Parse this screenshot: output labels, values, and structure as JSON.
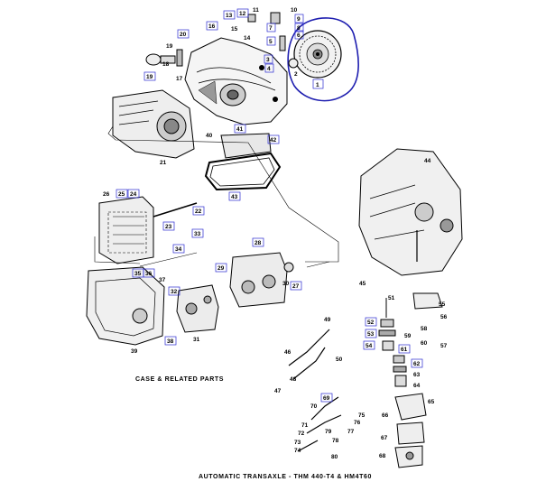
{
  "diagram": {
    "title_caption": "AUTOMATIC TRANSAXLE - THM 440-T4 & HM4T60",
    "section_caption": "CASE & RELATED PARTS",
    "part_labels": {
      "p1": "1",
      "p2": "2",
      "p3": "3",
      "p4": "4",
      "p5": "5",
      "p6": "6",
      "p7": "7",
      "p8": "8",
      "p9": "9",
      "p10": "10",
      "p11": "11",
      "p12": "12",
      "p13": "13",
      "p14": "14",
      "p15": "15",
      "p16": "16",
      "p17": "17",
      "p18": "18",
      "p19": "19",
      "p20": "20",
      "p21": "21",
      "p22": "22",
      "p23": "23",
      "p24": "24",
      "p25": "25",
      "p26": "26",
      "p27": "27",
      "p28": "28",
      "p29": "29",
      "p30": "30",
      "p31": "31",
      "p32": "32",
      "p33": "33",
      "p34": "34",
      "p35": "35",
      "p36": "36",
      "p37": "37",
      "p38": "38",
      "p39": "39",
      "p40": "40",
      "p41": "41",
      "p42": "42",
      "p43": "43",
      "p44": "44",
      "p45": "45",
      "p46": "46",
      "p47": "47",
      "p48": "48",
      "p49": "49",
      "p50": "50",
      "p51": "51",
      "p52": "52",
      "p53": "53",
      "p54": "54",
      "p55": "55",
      "p56": "56",
      "p57": "57",
      "p58": "58",
      "p59": "59",
      "p60": "60",
      "p61": "61",
      "p62": "62",
      "p63": "63",
      "p64": "64",
      "p65": "65",
      "p66": "66",
      "p67": "67",
      "p68": "68",
      "p69": "69",
      "p70": "70",
      "p71": "71",
      "p72": "72",
      "p73": "73",
      "p74": "74",
      "p75": "75",
      "p76": "76",
      "p77": "77",
      "p78": "78",
      "p79": "79",
      "p80": "80"
    }
  },
  "colors": {
    "ink": "#000000",
    "label_box": "#2a2ad0",
    "highlight_loop": "#1f1fb0",
    "background": "#ffffff"
  }
}
